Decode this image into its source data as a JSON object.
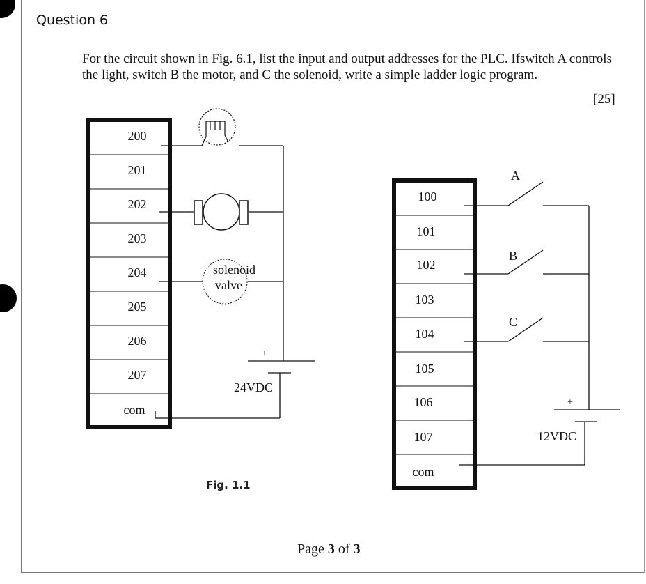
{
  "question": {
    "heading": "Question 6",
    "text": "For the circuit shown in Fig. 6.1, list the input and output addresses for the PLC. Ifswitch A controls the light, switch B the motor, and C the solenoid, write a simple ladder logic program.",
    "marks": "[25]"
  },
  "output_module": {
    "terminals": [
      "200",
      "201",
      "202",
      "203",
      "204",
      "205",
      "206",
      "207",
      "com"
    ],
    "solenoid_label_1": "solenoid",
    "solenoid_label_2": "valve",
    "supply_plus": "+",
    "supply_label": "24VDC"
  },
  "input_module": {
    "terminals": [
      "100",
      "101",
      "102",
      "103",
      "104",
      "105",
      "106",
      "107",
      "com"
    ],
    "switches": [
      "A",
      "B",
      "C"
    ],
    "supply_plus": "+",
    "supply_label": "12VDC"
  },
  "figure_caption": "Fig. 1.1",
  "footer": {
    "prefix": "Page",
    "current": "3",
    "middle": "of",
    "total": "3"
  }
}
